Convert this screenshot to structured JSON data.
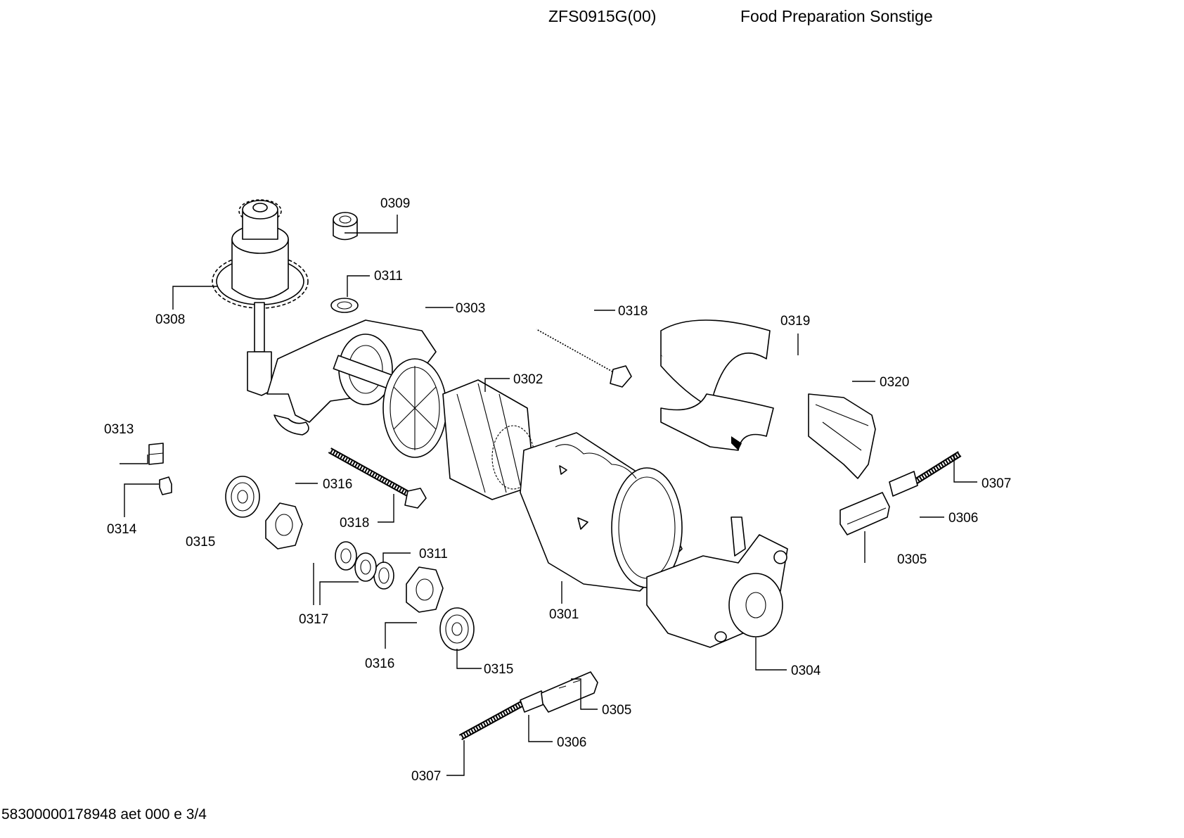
{
  "header": {
    "model": "ZFS0915G(00)",
    "category": "Food Preparation Sonstige"
  },
  "footer": {
    "doc_id": "58300000178948 aet 000 e 3/4"
  },
  "parts": {
    "p0309": "0309",
    "p0311a": "0311",
    "p0308": "0308",
    "p0303": "0303",
    "p0318a": "0318",
    "p0319": "0319",
    "p0320": "0320",
    "p0302": "0302",
    "p0313": "0313",
    "p0314": "0314",
    "p0316a": "0316",
    "p0315a": "0315",
    "p0318b": "0318",
    "p0307a": "0307",
    "p0306a": "0306",
    "p0305a": "0305",
    "p0311b": "0311",
    "p0317": "0317",
    "p0301": "0301",
    "p0316b": "0316",
    "p0315b": "0315",
    "p0304": "0304",
    "p0305b": "0305",
    "p0306b": "0306",
    "p0307b": "0307"
  }
}
